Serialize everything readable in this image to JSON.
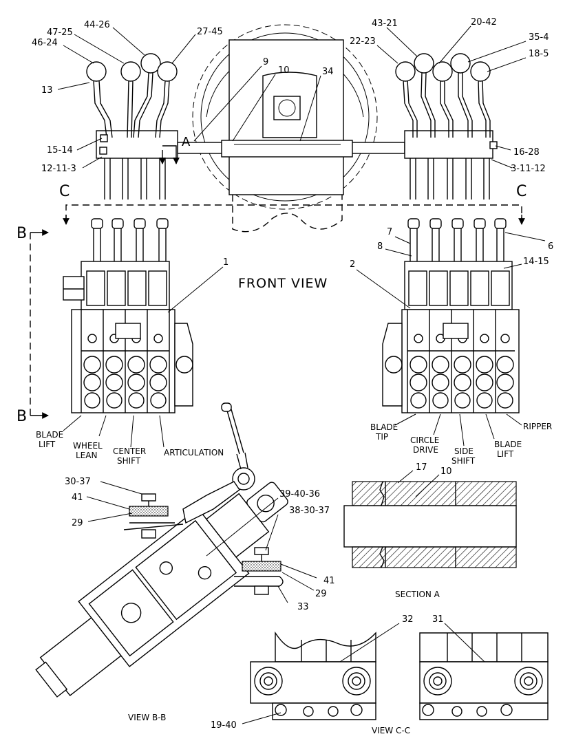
{
  "callouts": {
    "c_13": "13",
    "c_46_24": "46-24",
    "c_47_25": "47-25",
    "c_44_26": "44-26",
    "c_27_45": "27-45",
    "c_9": "9",
    "c_10_top": "10",
    "c_34": "34",
    "c_A": "A",
    "c_15_14": "15-14",
    "c_12_11_3": "12-11-3",
    "c_43_21": "43-21",
    "c_22_23": "22-23",
    "c_20_42": "20-42",
    "c_35_4": "35-4",
    "c_18_5": "18-5",
    "c_16_28": "16-28",
    "c_3_11_12": "3-11-12",
    "c_C_left": "C",
    "c_C_right": "C",
    "c_B_top": "B",
    "c_B_bottom": "B",
    "c_1": "1",
    "c_2": "2",
    "c_7": "7",
    "c_8": "8",
    "c_6": "6",
    "c_14_15": "14-15",
    "c_30_37": "30-37",
    "c_41_left": "41",
    "c_29_left": "29",
    "c_39_40_36": "39-40-36",
    "c_38_30_37": "38-30-37",
    "c_41_right": "41",
    "c_29_right": "29",
    "c_33": "33",
    "c_17": "17",
    "c_10_section": "10",
    "c_32": "32",
    "c_31": "31",
    "c_19_40": "19-40"
  },
  "views": {
    "front_view": "FRONT VIEW",
    "section_a": "SECTION A",
    "view_bb": "VIEW B-B",
    "view_cc": "VIEW C-C"
  },
  "functions_left": {
    "blade_lift_1": "BLADE",
    "blade_lift_2": "LIFT",
    "wheel_lean_1": "WHEEL",
    "wheel_lean_2": "LEAN",
    "center_shift_1": "CENTER",
    "center_shift_2": "SHIFT",
    "articulation": "ARTICULATION"
  },
  "functions_right": {
    "blade_tip_1": "BLADE",
    "blade_tip_2": "TIP",
    "circle_drive_1": "CIRCLE",
    "circle_drive_2": "DRIVE",
    "side_shift_1": "SIDE",
    "side_shift_2": "SHIFT",
    "blade_lift_1": "BLADE",
    "blade_lift_2": "LIFT",
    "ripper": "RIPPER"
  }
}
